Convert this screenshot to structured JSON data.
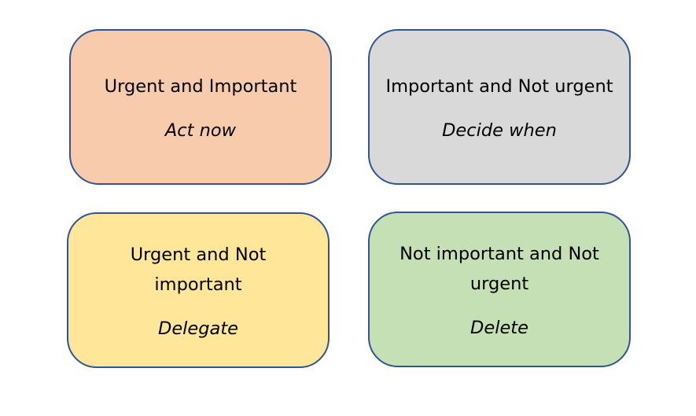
{
  "quadrants": [
    {
      "heading": "Urgent and Important",
      "action": "Act now",
      "fill": "#f8cbad"
    },
    {
      "heading": "Important and Not urgent",
      "action": "Decide when",
      "fill": "#d9d9d9"
    },
    {
      "heading": "Urgent and Not important",
      "action": "Delegate",
      "fill": "#ffe699"
    },
    {
      "heading": "Not important and Not urgent",
      "action": "Delete",
      "fill": "#c5e0b4"
    }
  ],
  "border_color": "#2f5597"
}
